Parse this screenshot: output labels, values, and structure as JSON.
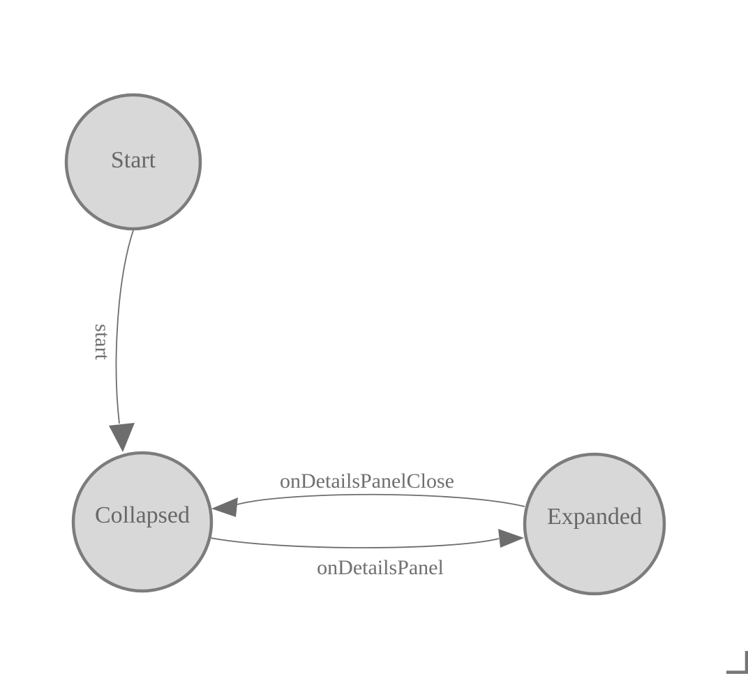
{
  "diagram": {
    "type": "state-machine",
    "colors": {
      "background": "#ffffff",
      "node_fill": "#d8d8d8",
      "node_stroke": "#7c7c7c",
      "edge": "#6d6d6d",
      "label_text": "#6f6f6f",
      "corner_mark": "#757575"
    },
    "nodes": [
      {
        "id": "start",
        "label": "Start"
      },
      {
        "id": "collapsed",
        "label": "Collapsed"
      },
      {
        "id": "expanded",
        "label": "Expanded"
      }
    ],
    "edges": [
      {
        "id": "start-transition",
        "label": "start",
        "from": "Start",
        "to": "Collapsed"
      },
      {
        "id": "close-transition",
        "label": "onDetailsPanelClose",
        "from": "Expanded",
        "to": "Collapsed"
      },
      {
        "id": "open-transition",
        "label": "onDetailsPanel",
        "from": "Collapsed",
        "to": "Expanded"
      }
    ]
  }
}
